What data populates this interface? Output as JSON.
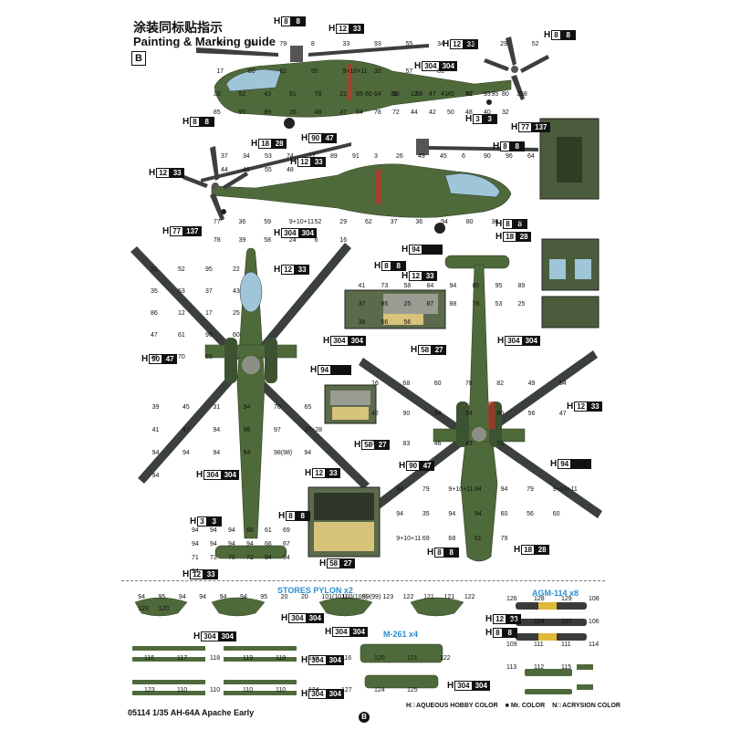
{
  "header": {
    "title_cn": "涂装同标贴指示",
    "title_en": "Painting & Marking guide",
    "sheet_letter": "B"
  },
  "colors": {
    "olive": "#4f6a3a",
    "olive_dark": "#3c5230",
    "rotor": "#3b3f3d",
    "stripe": "#c0342a",
    "canopy": "#9fc6d8",
    "accent_blue": "#2a8fd0",
    "metal": "#8d8f86"
  },
  "callouts": [
    {
      "h": "H",
      "c1": "8",
      "c2": "8"
    },
    {
      "h": "H",
      "c1": "12",
      "c2": "33"
    },
    {
      "h": "H",
      "c1": "12",
      "c2": "33"
    },
    {
      "h": "H",
      "c1": "8",
      "c2": "8"
    },
    {
      "h": "H",
      "c1": "304",
      "c2": "304"
    },
    {
      "h": "H",
      "c1": "8",
      "c2": "8"
    },
    {
      "h": "H",
      "c1": "3",
      "c2": "3"
    },
    {
      "h": "H",
      "c1": "77",
      "c2": "137"
    },
    {
      "h": "H",
      "c1": "18",
      "c2": "28"
    },
    {
      "h": "H",
      "c1": "90",
      "c2": "47"
    },
    {
      "h": "H",
      "c1": "12",
      "c2": "33"
    },
    {
      "h": "H",
      "c1": "8",
      "c2": "8"
    },
    {
      "h": "H",
      "c1": "12",
      "c2": "33"
    },
    {
      "h": "H",
      "c1": "8",
      "c2": "8"
    },
    {
      "h": "H",
      "c1": "18",
      "c2": "28"
    },
    {
      "h": "H",
      "c1": "77",
      "c2": "137"
    },
    {
      "h": "H",
      "c1": "304",
      "c2": "304"
    },
    {
      "h": "H",
      "c1": "94",
      "c2": ""
    },
    {
      "h": "H",
      "c1": "12",
      "c2": "33"
    },
    {
      "h": "H",
      "c1": "8",
      "c2": "8"
    },
    {
      "h": "H",
      "c1": "12",
      "c2": "33"
    },
    {
      "h": "H",
      "c1": "304",
      "c2": "304"
    },
    {
      "h": "H",
      "c1": "58",
      "c2": "27"
    },
    {
      "h": "H",
      "c1": "304",
      "c2": "304"
    },
    {
      "h": "H",
      "c1": "90",
      "c2": "47"
    },
    {
      "h": "H",
      "c1": "94",
      "c2": ""
    },
    {
      "h": "H",
      "c1": "12",
      "c2": "33"
    },
    {
      "h": "H",
      "c1": "58",
      "c2": "27"
    },
    {
      "h": "H",
      "c1": "90",
      "c2": "47"
    },
    {
      "h": "H",
      "c1": "94",
      "c2": ""
    },
    {
      "h": "H",
      "c1": "304",
      "c2": "304"
    },
    {
      "h": "H",
      "c1": "12",
      "c2": "33"
    },
    {
      "h": "H",
      "c1": "8",
      "c2": "8"
    },
    {
      "h": "H",
      "c1": "3",
      "c2": "3"
    },
    {
      "h": "H",
      "c1": "58",
      "c2": "27"
    },
    {
      "h": "H",
      "c1": "12",
      "c2": "33"
    },
    {
      "h": "H",
      "c1": "8",
      "c2": "8"
    },
    {
      "h": "H",
      "c1": "18",
      "c2": "28"
    },
    {
      "h": "H",
      "c1": "304",
      "c2": "304"
    },
    {
      "h": "H",
      "c1": "304",
      "c2": "304"
    },
    {
      "h": "H",
      "c1": "304",
      "c2": "304"
    },
    {
      "h": "H",
      "c1": "304",
      "c2": "304"
    },
    {
      "h": "H",
      "c1": "12",
      "c2": "33"
    },
    {
      "h": "H",
      "c1": "8",
      "c2": "8"
    },
    {
      "h": "H",
      "c1": "304",
      "c2": "304"
    },
    {
      "h": "H",
      "c1": "304",
      "c2": "304"
    }
  ],
  "part_numbers": [
    "92",
    "36",
    "79",
    "8",
    "33",
    "93",
    "55",
    "34",
    "31",
    "29",
    "52",
    "17",
    "80",
    "62",
    "55",
    "9+10+11",
    "32",
    "57",
    "81",
    "33",
    "52",
    "43",
    "91",
    "78",
    "22",
    "60",
    "38",
    "58",
    "41",
    "47",
    "95",
    "35",
    "85",
    "90",
    "89",
    "26",
    "48",
    "47",
    "65",
    "64",
    "56",
    "12",
    "47",
    "45",
    "51",
    "93",
    "80",
    "58",
    "84",
    "78",
    "72",
    "44",
    "42",
    "50",
    "48",
    "40",
    "32",
    "37",
    "34",
    "53",
    "74",
    "17",
    "89",
    "91",
    "3",
    "26",
    "49",
    "45",
    "6",
    "90",
    "96",
    "64",
    "44",
    "46",
    "55",
    "48",
    "77",
    "36",
    "59",
    "9+10+11",
    "52",
    "29",
    "62",
    "37",
    "36",
    "94",
    "80",
    "30",
    "30",
    "78",
    "39",
    "58",
    "24",
    "6",
    "16",
    "31",
    "52",
    "95",
    "22",
    "35",
    "53",
    "37",
    "43",
    "86",
    "12",
    "17",
    "25",
    "47",
    "61",
    "96",
    "60",
    "34",
    "70",
    "65",
    "41",
    "73",
    "58",
    "84",
    "94",
    "85",
    "95",
    "89",
    "37",
    "95",
    "25",
    "87",
    "88",
    "78",
    "53",
    "25",
    "38",
    "56",
    "56",
    "16",
    "68",
    "60",
    "78",
    "82",
    "49",
    "54",
    "42",
    "90",
    "34",
    "54",
    "80",
    "56",
    "47",
    "76",
    "83",
    "46",
    "43",
    "55",
    "39",
    "45",
    "31",
    "94",
    "70",
    "65",
    "41",
    "47",
    "94",
    "96",
    "97",
    "27+28",
    "94",
    "94",
    "94",
    "94",
    "98(98)",
    "94",
    "94",
    "94",
    "79",
    "9+10+11",
    "94",
    "94",
    "79",
    "9+10+11",
    "94",
    "35",
    "94",
    "94",
    "60",
    "56",
    "60",
    "9+10+11",
    "69",
    "68",
    "61",
    "79",
    "94",
    "94",
    "94",
    "68",
    "61",
    "69",
    "94",
    "94",
    "94",
    "94",
    "66",
    "67",
    "71",
    "73",
    "70",
    "72",
    "94",
    "94",
    "94",
    "94",
    "95",
    "94",
    "94",
    "94",
    "94",
    "95",
    "20",
    "20",
    "101(101)",
    "100(100)",
    "99(99)",
    "123",
    "122",
    "121",
    "121",
    "122",
    "123",
    "120",
    "116",
    "117",
    "118",
    "119",
    "118",
    "119",
    "116",
    "120",
    "121",
    "122",
    "123",
    "110",
    "110",
    "110",
    "110",
    "124",
    "127",
    "124",
    "125",
    "126",
    "128",
    "129",
    "108",
    "105",
    "104",
    "107",
    "106",
    "109",
    "111",
    "111",
    "114",
    "113",
    "112",
    "115"
  ],
  "labels": {
    "stores_pylon": "STORES PYLON x2",
    "m261": "M-261 x4",
    "agm114": "AGM-114 x8"
  },
  "footer": {
    "product": "05114 1/35 AH-64A Apache Early",
    "sheet": "B",
    "legend": [
      "H□ AQUEOUS HOBBY COLOR",
      "■ Mr. COLOR",
      "N□ ACRYSION COLOR"
    ]
  }
}
